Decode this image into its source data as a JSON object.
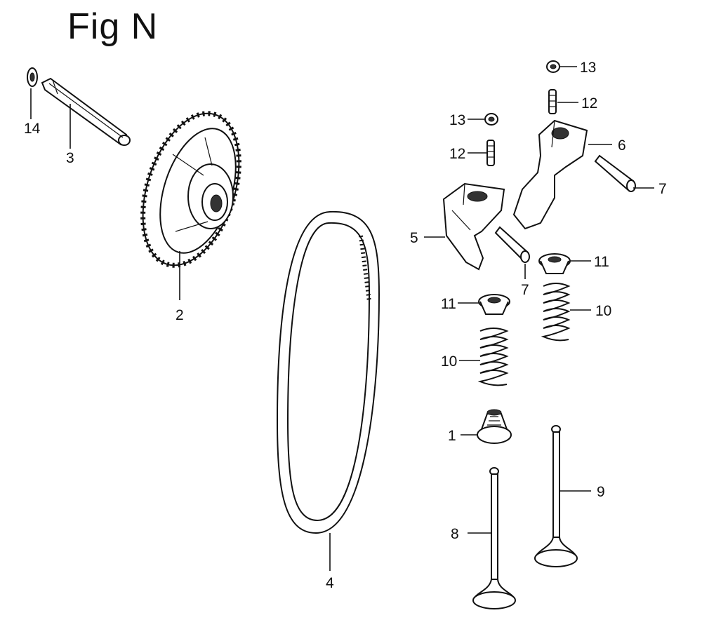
{
  "figure": {
    "title": "Fig N"
  },
  "callouts": {
    "p1": "1",
    "p2": "2",
    "p3": "3",
    "p4": "4",
    "p5": "5",
    "p6": "6",
    "p7a": "7",
    "p7b": "7",
    "p8": "8",
    "p9": "9",
    "p10a": "10",
    "p10b": "10",
    "p11a": "11",
    "p11b": "11",
    "p12a": "12",
    "p12b": "12",
    "p13a": "13",
    "p13b": "13",
    "p14": "14"
  }
}
